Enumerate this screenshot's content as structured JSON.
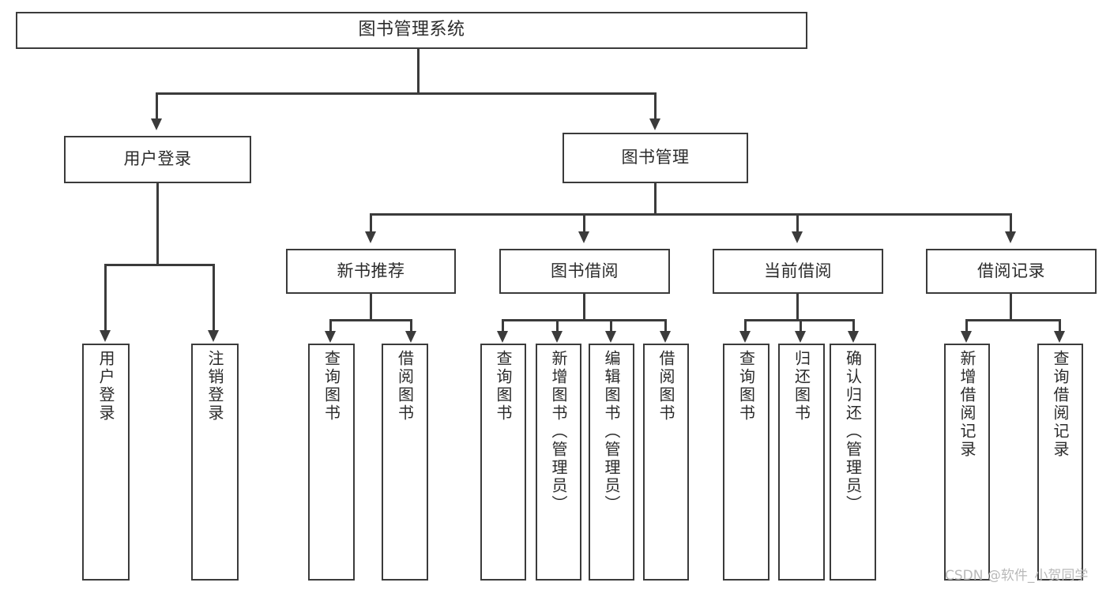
{
  "diagram": {
    "title": "图书管理系统",
    "root": {
      "label": "图书管理系统"
    },
    "level1": [
      {
        "label": "用户登录"
      },
      {
        "label": "图书管理"
      }
    ],
    "level2": [
      {
        "label": "新书推荐"
      },
      {
        "label": "图书借阅"
      },
      {
        "label": "当前借阅"
      },
      {
        "label": "借阅记录"
      }
    ],
    "leaves": {
      "user_login": [
        {
          "label": "用户登录"
        },
        {
          "label": "注销登录"
        }
      ],
      "new_book_recommend": [
        {
          "label": "查询图书"
        },
        {
          "label": "借阅图书"
        }
      ],
      "book_borrow": [
        {
          "label": "查询图书"
        },
        {
          "label": "新增图书（管理员）"
        },
        {
          "label": "编辑图书（管理员）"
        },
        {
          "label": "借阅图书"
        }
      ],
      "current_borrow": [
        {
          "label": "查询图书"
        },
        {
          "label": "归还图书"
        },
        {
          "label": "确认归还（管理员）"
        }
      ],
      "borrow_record": [
        {
          "label": "新增借阅记录"
        },
        {
          "label": "查询借阅记录"
        }
      ]
    }
  },
  "watermark": {
    "text": "CSDN @软件_小贺同学"
  },
  "colors": {
    "stroke": "#3b3b3b",
    "background": "#ffffff",
    "text": "#2b2b2b",
    "watermark": "#b9b9b9"
  }
}
